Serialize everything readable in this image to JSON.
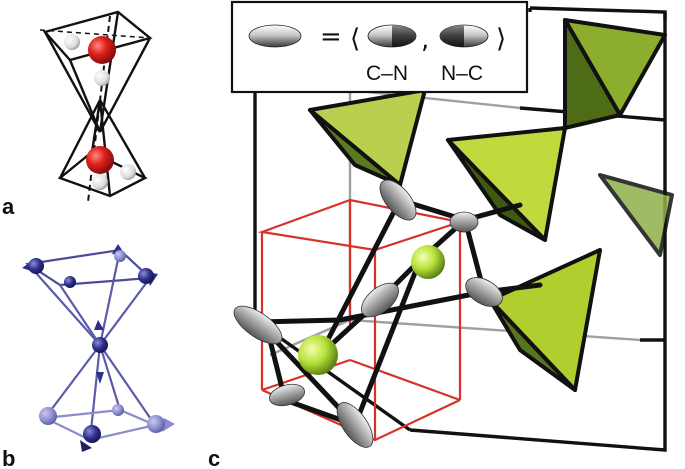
{
  "panels": {
    "a": {
      "label": "a"
    },
    "b": {
      "label": "b"
    },
    "c": {
      "label": "c"
    }
  },
  "legend": {
    "equals": "=",
    "open_bracket": "⟨",
    "comma": ",",
    "close_bracket": "⟩",
    "label_1": "C–N",
    "label_2": "N–C"
  },
  "colors": {
    "oxygen": "#e0201c",
    "hydrogen": "#f2f2f2",
    "spin_arrow": "#2e2f8a",
    "tetrahedron_green": "#a9c93a",
    "tetrahedron_dark": "#4f6e1a",
    "cube_red": "#d8312a",
    "cyanide_grey": "#8a8a8a",
    "metal_green": "#b7e23a"
  }
}
